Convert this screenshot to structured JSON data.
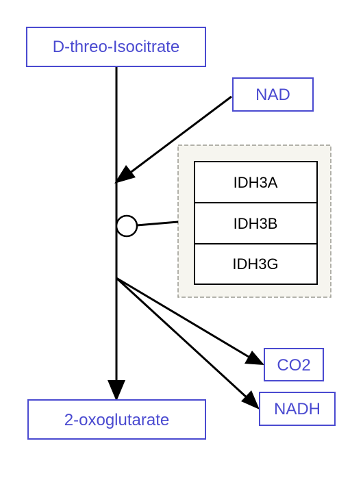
{
  "pathway": {
    "substrate": {
      "label": "D-threo-Isocitrate"
    },
    "cofactor_in": {
      "label": "NAD"
    },
    "products": [
      {
        "label": "CO2"
      },
      {
        "label": "NADH"
      }
    ],
    "main_product": {
      "label": "2-oxoglutarate"
    },
    "enzyme_complex": {
      "subunits": [
        {
          "label": "IDH3A"
        },
        {
          "label": "IDH3B"
        },
        {
          "label": "IDH3G"
        }
      ]
    }
  },
  "colors": {
    "metabolite": "#4a4ad0",
    "gene_text": "#000000",
    "group_fill": "#f6f5ef",
    "group_border": "#9a9a90"
  }
}
